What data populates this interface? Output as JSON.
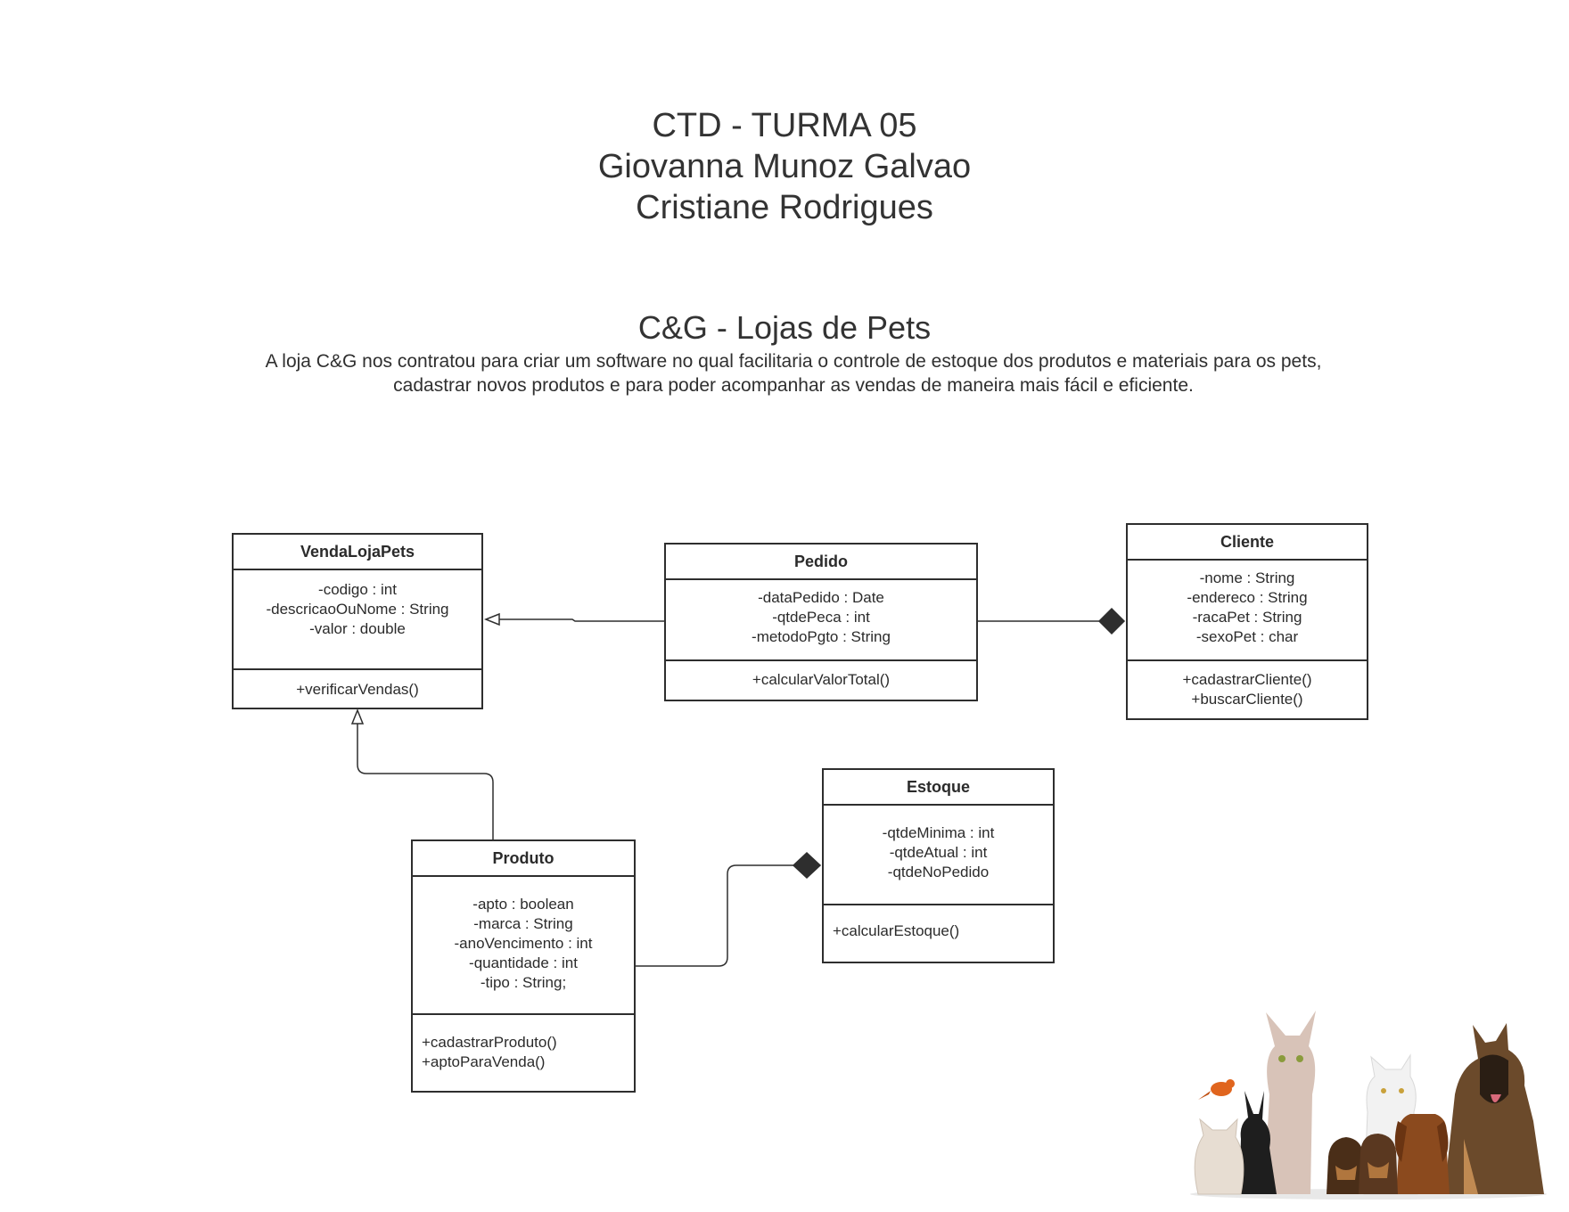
{
  "header": {
    "line1": "CTD - TURMA 05",
    "line2": "Giovanna Munoz Galvao",
    "line3": "Cristiane Rodrigues"
  },
  "project": {
    "title": "C&G - Lojas de Pets",
    "description_line1": "A loja C&G nos contratou para criar um software no qual facilitaria o controle de estoque dos produtos e materiais para os pets,",
    "description_line2": "cadastrar novos produtos e para poder acompanhar as vendas de maneira mais fácil e eficiente."
  },
  "classes": {
    "venda": {
      "name": "VendaLojaPets",
      "attributes": [
        "-codigo : int",
        "-descricaoOuNome : String",
        "-valor : double"
      ],
      "operations": [
        "+verificarVendas()"
      ]
    },
    "pedido": {
      "name": "Pedido",
      "attributes": [
        "-dataPedido : Date",
        "-qtdePeca : int",
        "-metodoPgto : String"
      ],
      "operations": [
        "+calcularValorTotal()"
      ]
    },
    "cliente": {
      "name": "Cliente",
      "attributes": [
        "-nome : String",
        "-endereco : String",
        "-racaPet : String",
        "-sexoPet : char"
      ],
      "operations": [
        "+cadastrarCliente()",
        "+buscarCliente()"
      ]
    },
    "estoque": {
      "name": "Estoque",
      "attributes": [
        "-qtdeMinima : int",
        "-qtdeAtual : int",
        "-qtdeNoPedido"
      ],
      "operations": [
        "+calcularEstoque()"
      ]
    },
    "produto": {
      "name": "Produto",
      "attributes": [
        "-apto : boolean",
        "-marca : String",
        "-anoVencimento : int",
        "-quantidade : int",
        "-tipo : String;"
      ],
      "operations": [
        "+cadastrarProduto()",
        "+aptoParaVenda()"
      ]
    }
  },
  "relationships": [
    {
      "from": "Pedido",
      "to": "VendaLojaPets",
      "type": "generalization"
    },
    {
      "from": "Produto",
      "to": "VendaLojaPets",
      "type": "generalization"
    },
    {
      "from": "Pedido",
      "to": "Cliente",
      "type": "composition"
    },
    {
      "from": "Produto",
      "to": "Estoque",
      "type": "composition"
    }
  ],
  "colors": {
    "line": "#2e2e2e",
    "text": "#2b2b2b"
  }
}
